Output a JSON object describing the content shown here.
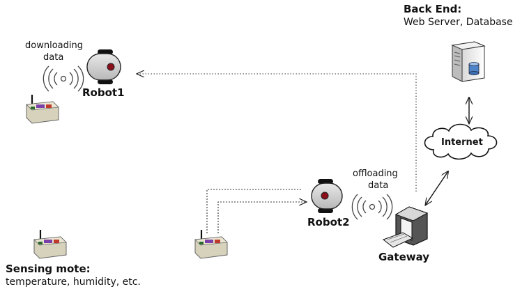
{
  "backend": {
    "title": "Back End:",
    "subtitle": "Web Server, Database"
  },
  "cloud": {
    "label": "Internet"
  },
  "robot1": {
    "name": "Robot1",
    "annotation_line1": "downloading",
    "annotation_line2": "data"
  },
  "robot2": {
    "name": "Robot2",
    "annotation_line1": "offloading",
    "annotation_line2": "data"
  },
  "gateway": {
    "name": "Gateway"
  },
  "mote": {
    "title": "Sensing mote:",
    "subtitle": "temperature, humidity, etc."
  },
  "icons": [
    "server-icon",
    "database-icon",
    "cloud-icon",
    "robot-icon",
    "computer-icon",
    "sensor-mote-icon",
    "wireless-signal-icon"
  ]
}
